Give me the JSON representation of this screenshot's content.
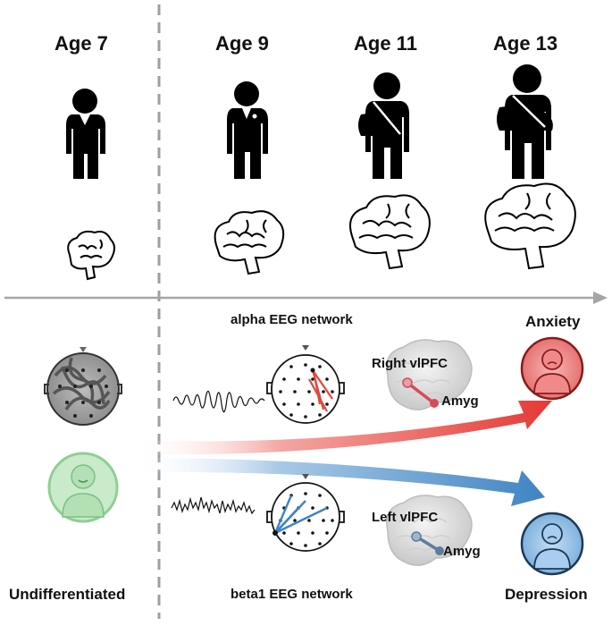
{
  "ages": [
    "Age 7",
    "Age 9",
    "Age 11",
    "Age 13"
  ],
  "networks": {
    "alpha": "alpha EEG network",
    "beta1": "beta1 EEG network"
  },
  "regions": {
    "right_vlpfc": "Right vlPFC",
    "left_vlpfc": "Left vlPFC",
    "amyg_top": "Amyg",
    "amyg_bottom": "Amyg"
  },
  "outcomes": {
    "anxiety": "Anxiety",
    "depression": "Depression",
    "undifferentiated": "Undifferentiated"
  },
  "colors": {
    "anxiety_red": "#e53935",
    "depression_blue": "#3f84c4",
    "neutral_green": "#9fd7a3",
    "axis_gray": "#9e9e9e"
  }
}
